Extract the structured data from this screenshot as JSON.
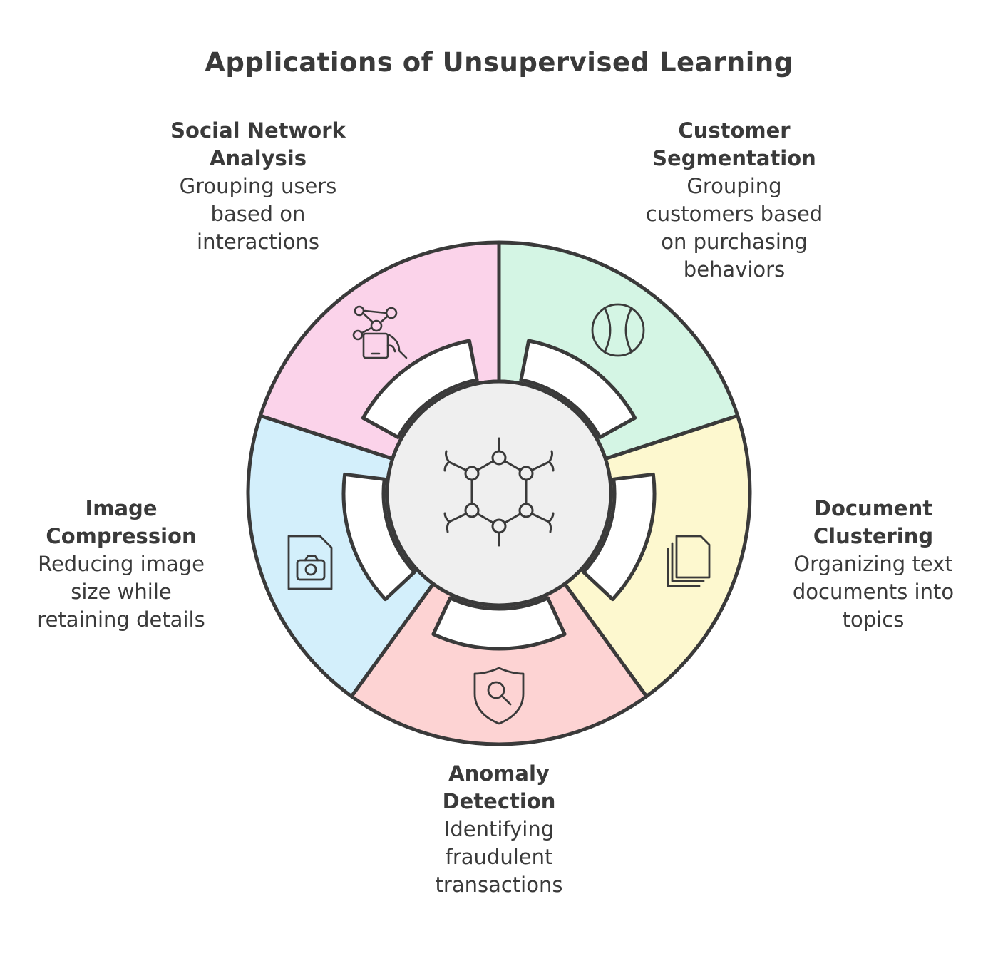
{
  "title": "Applications of Unsupervised Learning",
  "segments": [
    {
      "key": "social",
      "title_lines": [
        "Social Network",
        "Analysis"
      ],
      "desc_lines": [
        "Grouping users",
        "based on",
        "interactions"
      ],
      "color": "#fbd3ea",
      "icon": "network-phone-icon"
    },
    {
      "key": "customer",
      "title_lines": [
        "Customer",
        "Segmentation"
      ],
      "desc_lines": [
        "Grouping",
        "customers based",
        "on purchasing",
        "behaviors"
      ],
      "color": "#d4f5e4",
      "icon": "ball-icon"
    },
    {
      "key": "document",
      "title_lines": [
        "Document",
        "Clustering"
      ],
      "desc_lines": [
        "Organizing text",
        "documents into",
        "topics"
      ],
      "color": "#fdf8cf",
      "icon": "documents-icon"
    },
    {
      "key": "anomaly",
      "title_lines": [
        "Anomaly",
        "Detection"
      ],
      "desc_lines": [
        "Identifying",
        "fraudulent",
        "transactions"
      ],
      "color": "#fdd3d3",
      "icon": "shield-search-icon"
    },
    {
      "key": "image",
      "title_lines": [
        "Image",
        "Compression"
      ],
      "desc_lines": [
        "Reducing image",
        "size while",
        "retaining details"
      ],
      "color": "#d3effb",
      "icon": "camera-file-icon"
    }
  ],
  "center": {
    "color": "#efefef",
    "icon": "molecule-hexagon-icon"
  },
  "stroke_color": "#3a3a3a"
}
